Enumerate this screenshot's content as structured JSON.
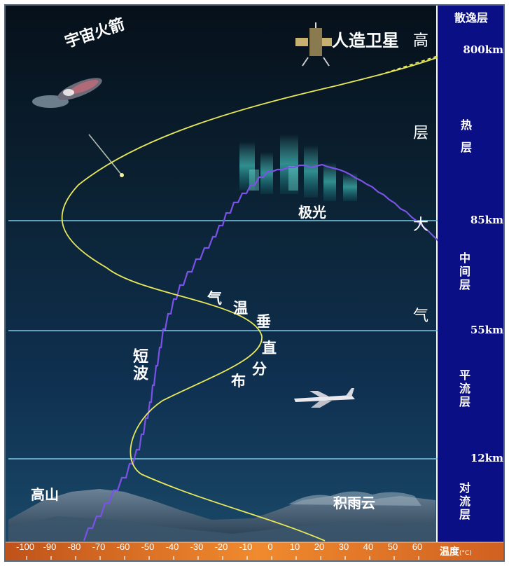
{
  "labels": {
    "rocket": "宇宙火箭",
    "satellite": "人造卫星",
    "aurora": "极光",
    "mountain": "高山",
    "cloud": "积雨云",
    "shortwave": "短波",
    "temp_curve": [
      "气",
      "温",
      "垂",
      "直",
      "分",
      "布"
    ],
    "atmosphere_height": [
      "高",
      "层",
      "大",
      "气"
    ]
  },
  "layers": {
    "exosphere": "散逸层",
    "thermosphere": "热层",
    "mesosphere": "中间层",
    "stratosphere": "平流层",
    "troposphere": "对流层"
  },
  "altitudes": [
    "800km",
    "85km",
    "55km",
    "12km"
  ],
  "temperature_axis": {
    "label": "温度",
    "unit": "(°C)",
    "ticks": [
      "-100",
      "-90",
      "-80",
      "-70",
      "-60",
      "-50",
      "-40",
      "-30",
      "-20",
      "-10",
      "0",
      "10",
      "20",
      "30",
      "40",
      "50",
      "60"
    ]
  },
  "colors": {
    "sky_top": "#07111c",
    "sky_bottom": "#0f3456",
    "side_bar": "#0b0f86",
    "bottom_bar": "#e0752a",
    "temp_curve": "#e8e85a",
    "shortwave_line": "#7a52e8",
    "boundary_line": "#7cc9e6"
  }
}
